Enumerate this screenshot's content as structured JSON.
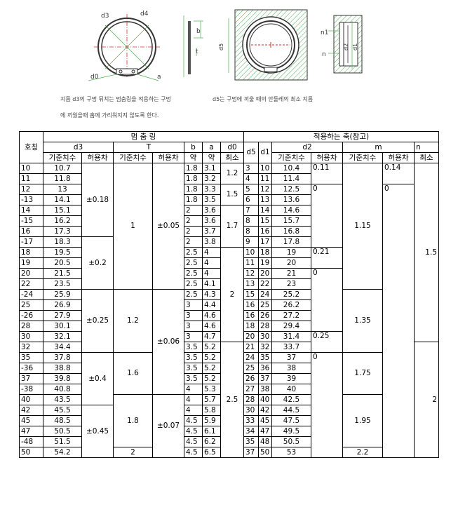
{
  "notes": {
    "left_note_1": "지름 d3의 구멍 뒤치는 멈춤링을 적용하는 구멍",
    "left_note_2": "에 끼웠을때 홈에 가리워지지 않도록 한다.",
    "right_note": "d5는 구멍에 끼울 때의 안둘레의 최소 지름"
  },
  "drawing_labels": {
    "d3": "d3",
    "d4": "d4",
    "d0": "d0",
    "a": "a",
    "b": "b",
    "t": "t",
    "d5": "d5",
    "n1": "n1",
    "n": "n",
    "d2": "d2",
    "d1": "d1"
  },
  "headers": {
    "size": "호칭",
    "ring_group": "멈 춤 링",
    "shaft_group": "적용하는 축(참고)",
    "d3": "d3",
    "T": "T",
    "b": "b",
    "a": "a",
    "d0": "d0",
    "d5": "d5",
    "d1": "d1",
    "d2": "d2",
    "m": "m",
    "n": "n",
    "basic": "기준치수",
    "tol": "허용차",
    "approx": "약",
    "min": "최소"
  },
  "rows": [
    {
      "size": "10",
      "d3": "10.7",
      "b": "1.8",
      "a": "3.1",
      "d5": "3",
      "d1": "10",
      "d2": "10.4"
    },
    {
      "size": "11",
      "d3": "11.8",
      "b": "1.8",
      "a": "3.2",
      "d5": "4",
      "d1": "11",
      "d2": "11.4"
    },
    {
      "size": "12",
      "d3": "13",
      "b": "1.8",
      "a": "3.3",
      "d5": "5",
      "d1": "12",
      "d2": "12.5"
    },
    {
      "size": "-13",
      "d3": "14.1",
      "b": "1.8",
      "a": "3.5",
      "d5": "6",
      "d1": "13",
      "d2": "13.6"
    },
    {
      "size": "14",
      "d3": "15.1",
      "b": "2",
      "a": "3.6",
      "d5": "7",
      "d1": "14",
      "d2": "14.6"
    },
    {
      "size": "-15",
      "d3": "16.2",
      "b": "2",
      "a": "3.6",
      "d5": "8",
      "d1": "15",
      "d2": "15.7"
    },
    {
      "size": "16",
      "d3": "17.3",
      "b": "2",
      "a": "3.7",
      "d5": "8",
      "d1": "16",
      "d2": "16.8"
    },
    {
      "size": "-17",
      "d3": "18.3",
      "b": "2",
      "a": "3.8",
      "d5": "9",
      "d1": "17",
      "d2": "17.8"
    },
    {
      "size": "18",
      "d3": "19.5",
      "b": "2.5",
      "a": "4",
      "d5": "10",
      "d1": "18",
      "d2": "19"
    },
    {
      "size": "19",
      "d3": "20.5",
      "b": "2.5",
      "a": "4",
      "d5": "11",
      "d1": "19",
      "d2": "20"
    },
    {
      "size": "20",
      "d3": "21.5",
      "b": "2.5",
      "a": "4",
      "d5": "12",
      "d1": "20",
      "d2": "21"
    },
    {
      "size": "22",
      "d3": "23.5",
      "b": "2.5",
      "a": "4.1",
      "d5": "13",
      "d1": "22",
      "d2": "23"
    },
    {
      "size": "-24",
      "d3": "25.9",
      "b": "2.5",
      "a": "4.3",
      "d5": "15",
      "d1": "24",
      "d2": "25.2"
    },
    {
      "size": "25",
      "d3": "26.9",
      "b": "3",
      "a": "4.4",
      "d5": "16",
      "d1": "25",
      "d2": "26.2"
    },
    {
      "size": "-26",
      "d3": "27.9",
      "b": "3",
      "a": "4.6",
      "d5": "16",
      "d1": "26",
      "d2": "27.2"
    },
    {
      "size": "28",
      "d3": "30.1",
      "b": "3",
      "a": "4.6",
      "d5": "18",
      "d1": "28",
      "d2": "29.4"
    },
    {
      "size": "30",
      "d3": "32.1",
      "b": "3",
      "a": "4.7",
      "d5": "20",
      "d1": "30",
      "d2": "31.4"
    },
    {
      "size": "32",
      "d3": "34.4",
      "b": "3.5",
      "a": "5.2",
      "d5": "21",
      "d1": "32",
      "d2": "33.7"
    },
    {
      "size": "35",
      "d3": "37.8",
      "b": "3.5",
      "a": "5.2",
      "d5": "24",
      "d1": "35",
      "d2": "37"
    },
    {
      "size": "-36",
      "d3": "38.8",
      "b": "3.5",
      "a": "5.2",
      "d5": "25",
      "d1": "36",
      "d2": "38"
    },
    {
      "size": "37",
      "d3": "39.8",
      "b": "3.5",
      "a": "5.2",
      "d5": "26",
      "d1": "37",
      "d2": "39"
    },
    {
      "size": "-38",
      "d3": "40.8",
      "b": "4",
      "a": "5.3",
      "d5": "27",
      "d1": "38",
      "d2": "40"
    },
    {
      "size": "40",
      "d3": "43.5",
      "b": "4",
      "a": "5.7",
      "d5": "28",
      "d1": "40",
      "d2": "42.5"
    },
    {
      "size": "42",
      "d3": "45.5",
      "b": "4",
      "a": "5.8",
      "d5": "30",
      "d1": "42",
      "d2": "44.5"
    },
    {
      "size": "45",
      "d3": "48.5",
      "b": "4.5",
      "a": "5.9",
      "d5": "33",
      "d1": "45",
      "d2": "47.5"
    },
    {
      "size": "47",
      "d3": "50.5",
      "b": "4.5",
      "a": "6.1",
      "d5": "34",
      "d1": "47",
      "d2": "49.5"
    },
    {
      "size": "-48",
      "d3": "51.5",
      "b": "4.5",
      "a": "6.2",
      "d5": "35",
      "d1": "48",
      "d2": "50.5"
    },
    {
      "size": "50",
      "d3": "54.2",
      "b": "4.5",
      "a": "6.5",
      "d5": "37",
      "d1": "50",
      "d2": "53"
    }
  ],
  "merged": {
    "d3_tol": [
      "±0.18",
      "±0.2",
      "±0.25",
      "±0.4",
      "±0.45"
    ],
    "T_basic": [
      "1",
      "1.2",
      "1.6",
      "1.8",
      "2"
    ],
    "T_tol": [
      "±0.05",
      "±0.06",
      "±0.07"
    ],
    "d0": [
      "1.2",
      "1.5",
      "1.7",
      "2",
      "2.5"
    ],
    "d2_tol": [
      "0.11",
      "0",
      "0.21",
      "0",
      "0.25",
      "0"
    ],
    "m_basic": [
      "1.15",
      "1.35",
      "1.75",
      "1.95",
      "2.2"
    ],
    "m_tol": [
      "0.14",
      "0"
    ],
    "n_min": [
      "1.5",
      "2"
    ]
  }
}
